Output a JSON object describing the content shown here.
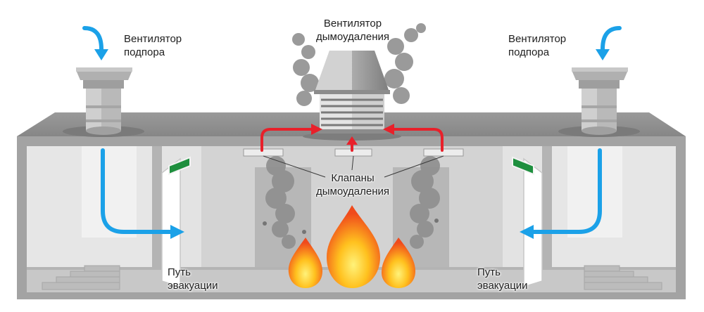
{
  "labels": {
    "intake_fan_left": "Вентилятор\nподпора",
    "smoke_exhaust_fan": "Вентилятор\nдымоудаления",
    "intake_fan_right": "Вентилятор\nподпора",
    "smoke_dampers": "Клапаны\nдымоудаления",
    "evacuation_route_left": "Путь\nэвакуации",
    "evacuation_route_right": "Путь\nэвакуации"
  },
  "colors": {
    "airflow": "#1ba1e8",
    "smoke_flow": "#e8202a",
    "exit_sign": "#1e8f3e",
    "smoke": "#8a8a8a",
    "fire_outer": "#f04e1e",
    "fire_inner": "#ffd21e",
    "building_wall": "#9d9d9d",
    "roof": "#8f8f8f"
  },
  "icons": {
    "intake_fan": "roof-fan-icon",
    "exhaust_fan": "louvered-exhaust-fan-icon",
    "exit_sign": "exit-sign-icon",
    "fire": "fire-icon"
  }
}
